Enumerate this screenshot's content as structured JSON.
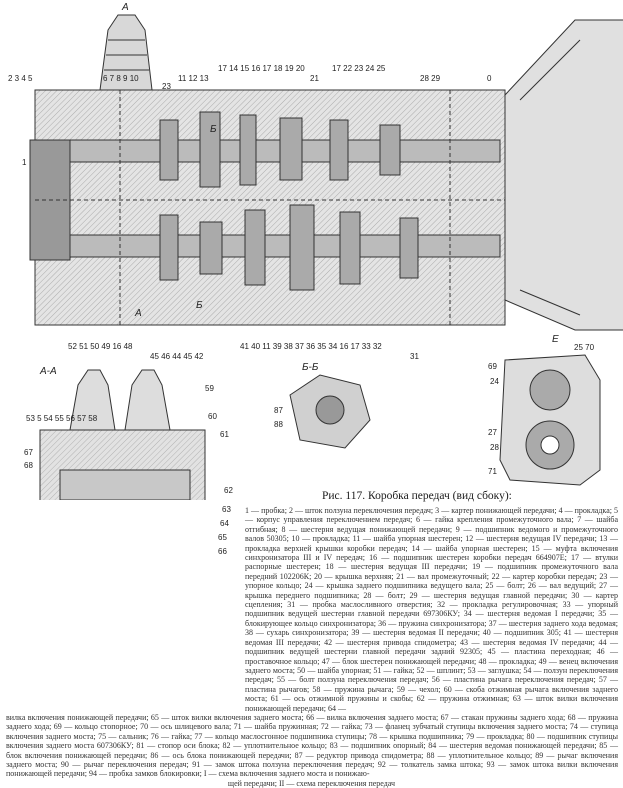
{
  "figure": {
    "caption_title": "Рис. 117. Коробка передач (вид сбоку):",
    "main_view_top_labels": [
      "2 3 4 5",
      "6 7 8 9 10",
      "23",
      "11 12 13",
      "17 14 15 16 17 18 19 20",
      "21",
      "17 22 23 24 25",
      "28 29",
      "0",
      "1"
    ],
    "main_view_bottom_labels": [
      "52 51 50 49 16 48",
      "45 46 44 45 42",
      "41 40 11 39 38 37 36 35 34 16 17 33 32",
      "31"
    ],
    "section_markers": [
      "А",
      "Б",
      "Б",
      "А"
    ],
    "sections": {
      "aa": "А-А",
      "bb": "Б-Б",
      "e": "Е"
    },
    "aa_labels": [
      "59",
      "53 5 54 55 56 57 58",
      "60",
      "61",
      "67",
      "68",
      "62",
      "63",
      "64",
      "65",
      "66"
    ],
    "bb_labels": [
      "87",
      "88"
    ],
    "e_labels": [
      "25 70",
      "69",
      "24",
      "27",
      "28",
      "71"
    ]
  },
  "legend": {
    "column": "1 — пробка; 2 — шток ползуна переключения передач; 3 — картер понижающей передачи; 4 — прокладка; 5 — корпус управления переключением передач; 6 — гайка крепления промежуточного вала; 7 — шайба отгибная; 8 — шестерня ведущая понижающей передачи; 9 — подшипник ведомого и промежуточного валов 50305; 10 — прокладка; 11 — шайба упорная шестерен; 12 — шестерня ведущая IV передачи; 13 — прокладка верхней крышки коробки передач; 14 — шайба упорная шестерен; 15 — муфта включения синхронизатора III и IV передач; 16 — подшипник шестерен коробки передач 664907Е; 17 — втулки распорные шестерен; 18 — шестерня ведущая III передачи; 19 — подшипник промежуточного вала передний 102206К; 20 — крышка верхняя; 21 — вал промежуточный; 22 — картер коробки передач; 23 — упорное кольцо; 24 — крышка заднего подшипника ведущего вала; 25 — болт; 26 — вал ведущий; 27 — крышка переднего подшипника; 28 — болт; 29 — шестерня ведущая главной передачи; 30 — картер сцепления; 31 — пробка маслосливного отверстия; 32 — прокладка регулировочная; 33 — упорный подшипник ведущей шестерни главной передачи 697306КУ; 34 — шестерня ведомая I передачи; 35 — блокирующее кольцо синхронизатора; 36 — пружина синхронизатора; 37 — шестерня заднего хода ведомая; 38 — сухарь синхронизатора; 39 — шестерня ведомая II передачи; 40 — подшипник 305; 41 — шестерня ведомая III передачи; 42 — шестерня привода спидометра; 43 — шестерня ведомая IV передачи; 44 — подшипник ведущей шестерни главной передачи задний 92305; 45 — пластина переходная; 46 — проставочное кольцо; 47 — блок шестерен понижающей передачи; 48 — прокладка; 49 — венец включения заднего моста; 50 — шайба упорная; 51 — гайка; 52 — шплинт; 53 — заглушка; 54 — ползун переключения передач; 55 — болт ползуна переключения передач; 56 — пластина рычага переключения передач; 57 — пластина рычагов; 58 — пружина рычага; 59 — чехол; 60 — скоба отжимная рычага включения заднего моста; 61 — ось отжимной пружины и скобы; 62 — пружина отжимная; 63 — шток вилки включения понижающей передачи; 64 —",
    "wide": "вилка включения понижающей передачи; 65 — шток вилки включения заднего моста; 66 — вилка включения заднего моста; 67 — стакан пружины заднего хода; 68 — пружина заднего хода; 69 — кольцо стопорное; 70 — ось шлицевого вала; 71 — шайба пружинная; 72 — гайка; 73 — фланец зубчатый ступицы включения заднего моста; 74 — ступица включения заднего моста; 75 — сальник; 76 — гайка; 77 — кольцо маслосгонное подшипника ступицы; 78 — крышка подшипника; 79 — прокладка; 80 — подшипник ступицы включения заднего моста 607306КУ; 81 — стопор оси блока; 82 — уплотнительное кольцо; 83 — подшипник опорный; 84 — шестерня ведомая понижающей передачи; 85 — блок включения понижающей передачи; 86 — ось блока понижающей передачи; 87 — редуктор привода спидометра; 88 — уплотнительное кольцо; 89 — рычаг включения заднего моста; 90 — рычаг переключения передач; 91 — замок штока ползуна переключения передач; 92 — толкатель замка штока; 93 — замок штока вилки включения понижающей передачи; 94 — пробка замков блокировки; I — схема включения заднего моста и понижаю-",
    "last": "щей передачи; II — схема переключения передач"
  }
}
